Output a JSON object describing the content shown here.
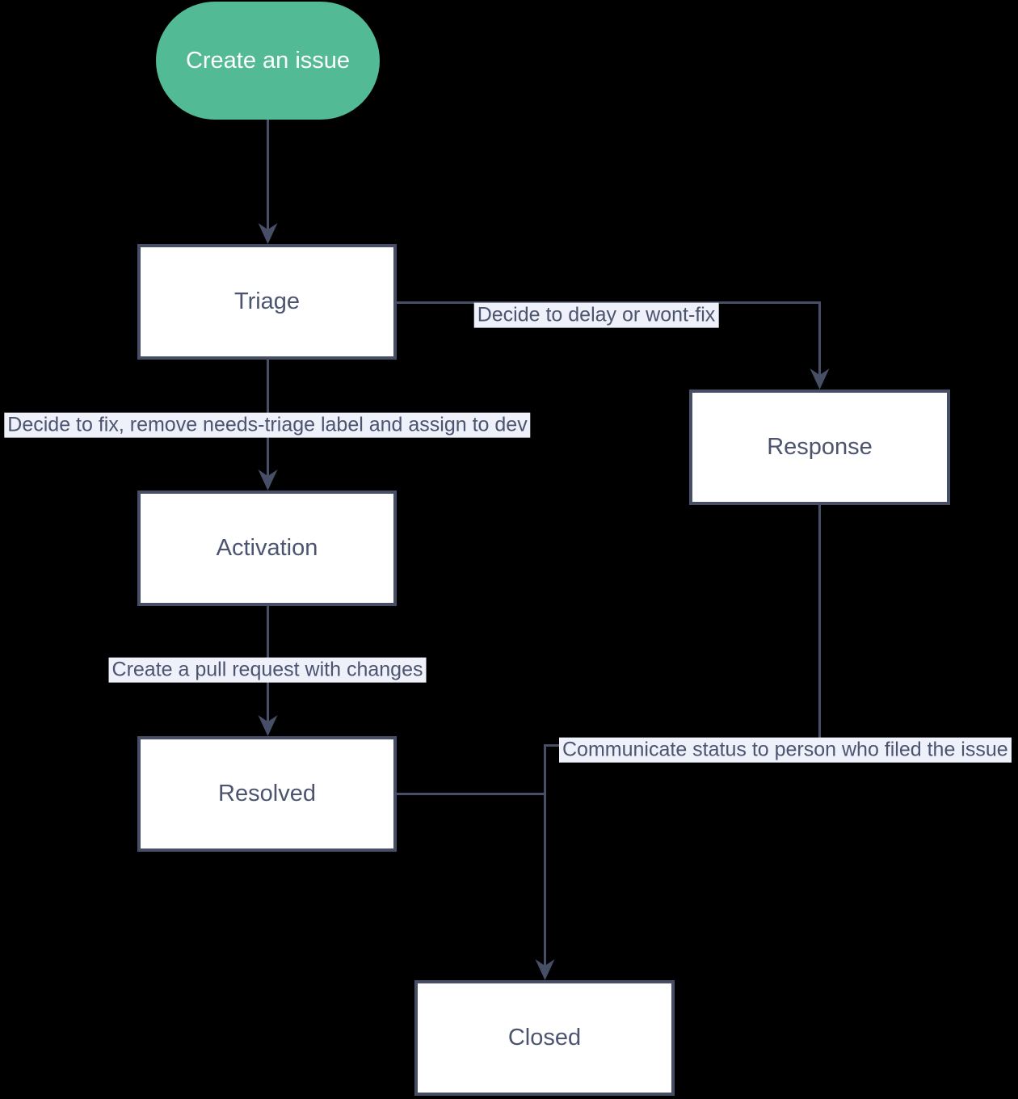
{
  "diagram": {
    "type": "flowchart",
    "direction": "top-down",
    "colors": {
      "background": "#000000",
      "line_color": "#474f67",
      "node_fill": "#ffffff",
      "node_text": "#4c5470",
      "label_bg": "#eef1f9",
      "label_text": "#4c5470",
      "start_fill": "#52ba94",
      "start_text": "#ffffff"
    },
    "nodes": [
      {
        "id": "start",
        "label": "Create an issue",
        "shape": "stadium"
      },
      {
        "id": "triage",
        "label": "Triage",
        "shape": "rect"
      },
      {
        "id": "response",
        "label": "Response",
        "shape": "rect"
      },
      {
        "id": "activation",
        "label": "Activation",
        "shape": "rect"
      },
      {
        "id": "resolved",
        "label": "Resolved",
        "shape": "rect"
      },
      {
        "id": "closed",
        "label": "Closed",
        "shape": "rect"
      }
    ],
    "edges": [
      {
        "from": "start",
        "to": "triage",
        "label": ""
      },
      {
        "from": "triage",
        "to": "response",
        "label": "Decide to delay or wont-fix"
      },
      {
        "from": "triage",
        "to": "activation",
        "label": "Decide to fix, remove needs-triage label and assign to dev"
      },
      {
        "from": "activation",
        "to": "resolved",
        "label": "Create a pull request with changes"
      },
      {
        "from": "response",
        "to": "closed",
        "label": "Communicate status to person who filed the issue"
      },
      {
        "from": "resolved",
        "to": "closed",
        "label": ""
      }
    ]
  }
}
